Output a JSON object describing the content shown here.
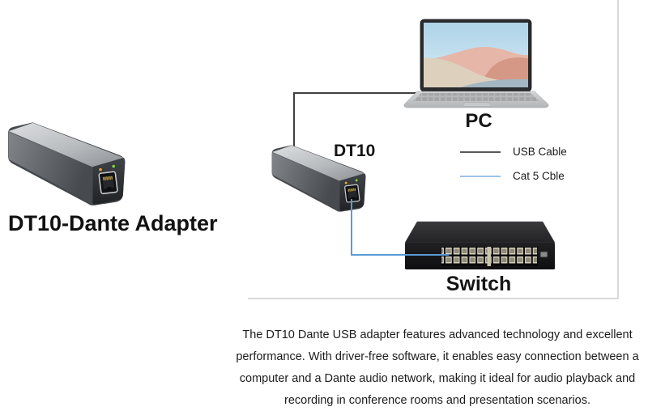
{
  "product": {
    "title": "DT10-Dante Adapter"
  },
  "diagram": {
    "pc_label": "PC",
    "adapter_label": "DT10",
    "switch_label": "Switch",
    "legend": {
      "usb": {
        "label": "USB Cable",
        "line_color": "#595959"
      },
      "cat5": {
        "label": "Cat 5 Cble",
        "line_color": "#9DC3E6"
      }
    },
    "cables": {
      "usb_color": "#404040",
      "cat5_color": "#5B9BD5"
    }
  },
  "description": {
    "lines": [
      "The DT10 Dante USB adapter features advanced technology and excellent",
      "performance. With driver-free software, it enables easy connection between a",
      "computer and a Dante audio network, making it ideal for audio playback and",
      "recording in conference rooms and presentation scenarios."
    ]
  }
}
